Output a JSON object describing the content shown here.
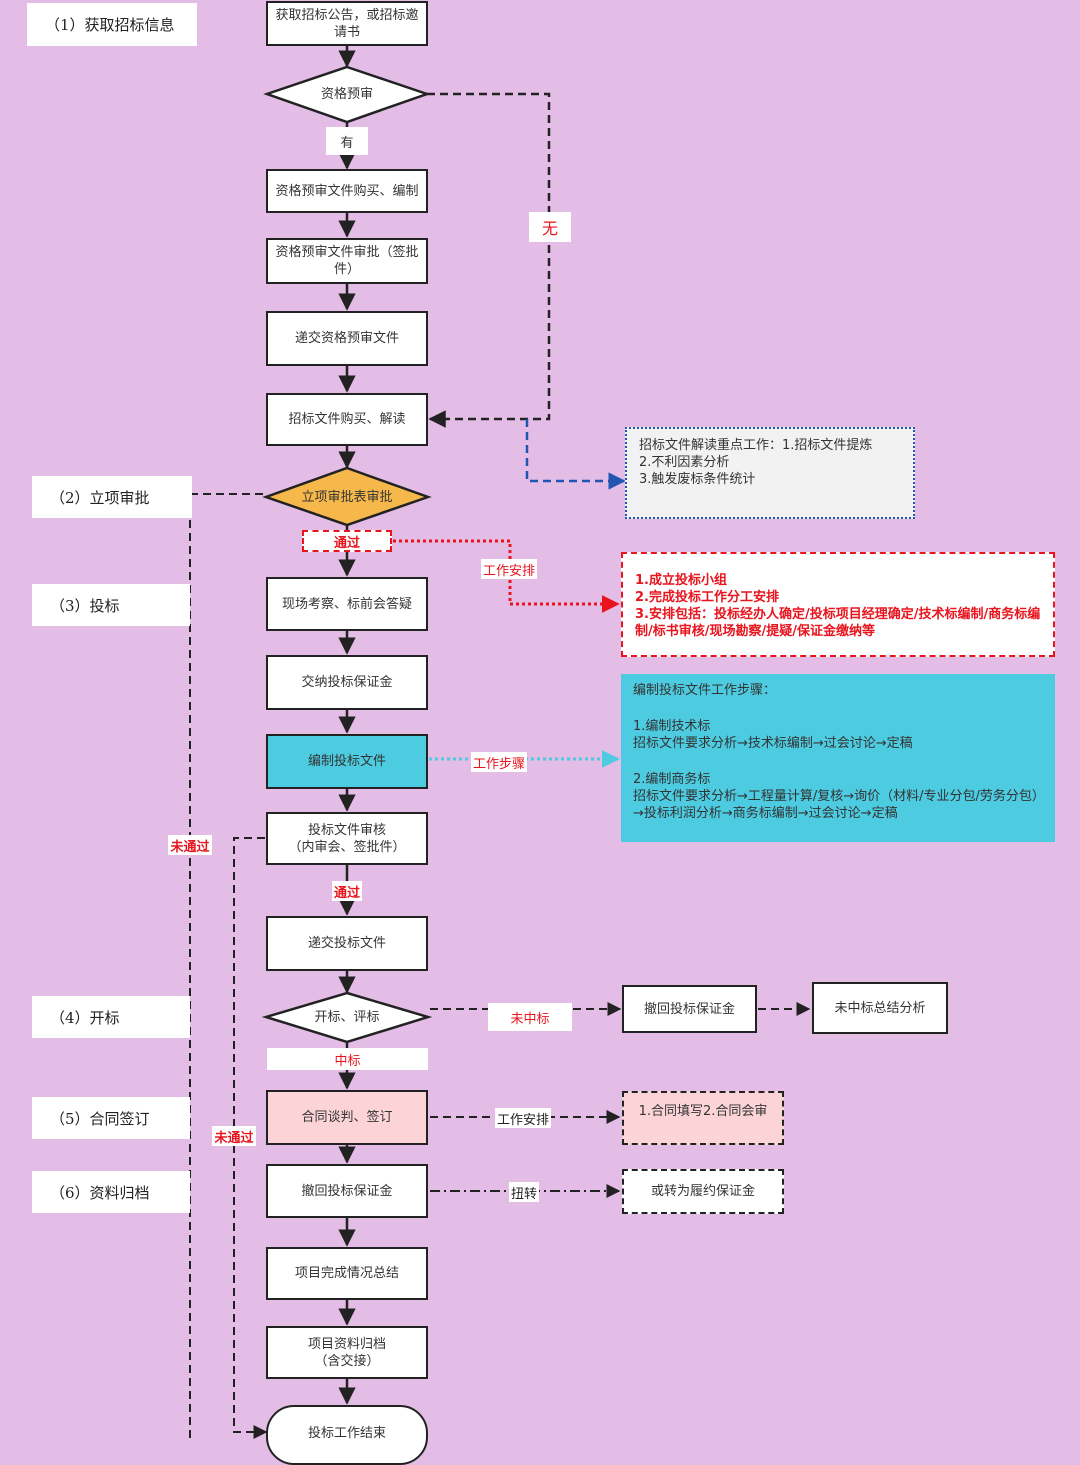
{
  "phases": {
    "p1": "（1）获取招标信息",
    "p2": "（2）立项审批",
    "p3": "（3）投标",
    "p4": "（4）开标",
    "p5": "（5）合同签订",
    "p6": "（6）资料归档"
  },
  "steps": {
    "s1": "获取招标公告，或招标邀请书",
    "d1": "资格预审",
    "s2": "资格预审文件购买、编制",
    "s3": "资格预审文件审批（签批件）",
    "s4": "递交资格预审文件",
    "s5": "招标文件购买、解读",
    "d2": "立项审批表审批",
    "s6": "现场考察、标前会答疑",
    "s7": "交纳投标保证金",
    "s8": "编制投标文件",
    "s9a": "投标文件审核",
    "s9b": "（内审会、签批件）",
    "s10": "递交投标文件",
    "d3": "开标、评标",
    "s11": "合同谈判、签订",
    "s12": "撤回投标保证金",
    "s13": "项目完成情况总结",
    "s14a": "项目资料归档",
    "s14b": "（含交接）",
    "end": "投标工作结束",
    "r1": "撤回投标保证金",
    "r2": "未中标总结分析",
    "r3": "1.合同填写2.合同会审",
    "r4": "或转为履约保证金"
  },
  "labels": {
    "you": "有",
    "wu": "无",
    "pass1": "通过",
    "pass2": "通过",
    "arrange1": "工作安排",
    "work_steps": "工作步骤",
    "fail1": "未通过",
    "fail2": "未通过",
    "not_won": "未中标",
    "won": "中标",
    "arrange2": "工作安排",
    "transfer": "扭转"
  },
  "notes": {
    "gray": {
      "line1": "招标文件解读重点工作：1.招标文件提炼",
      "line2": "2.不利因素分析",
      "line3": "3.触发废标条件统计"
    },
    "red": {
      "line1": "1.成立投标小组",
      "line2": "2.完成投标工作分工安排",
      "line3": "3.安排包括：投标经办人确定/投标项目经理确定/技术标编制/商务标编制/标书审核/现场勘察/提疑/保证金缴纳等"
    },
    "cyan": {
      "title": "编制投标文件工作步骤：",
      "t1": "1.编制技术标",
      "t2": "招标文件要求分析→技术标编制→过会讨论→定稿",
      "b1": "2.编制商务标",
      "b2": "招标文件要求分析→工程量计算/复核→询价（材料/专业分包/劳务分包）→投标利润分析→商务标编制→过会讨论→定稿"
    }
  },
  "colors": {
    "background": "#e3bde6",
    "approval_diamond": "#f7b84b",
    "compile_box": "#4dcbe0",
    "contract_box": "#fcd4d8",
    "red": "#e8141e",
    "blue": "#2255b0",
    "cyan": "#4dcbe0"
  }
}
